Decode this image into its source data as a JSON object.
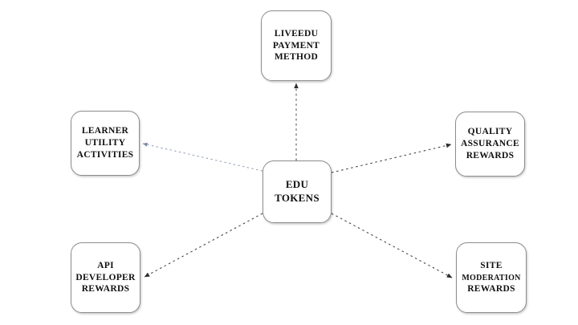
{
  "diagram": {
    "type": "hub-and-spoke",
    "background_color": "#ffffff",
    "center": {
      "id": "edu-tokens",
      "label": "EDU\nTOKENS",
      "lines": [
        "EDU",
        "TOKENS"
      ]
    },
    "nodes": [
      {
        "id": "liveedu-payment-method",
        "label": "LIVEEDU\nPAYMENT\nMETHOD",
        "lines": [
          "LIVEEDU",
          "PAYMENT",
          "METHOD"
        ],
        "position": "top"
      },
      {
        "id": "learner-utility-activities",
        "label": "LEARNER\nUTILITY\nACTIVITIES",
        "lines": [
          "LEARNER",
          "UTILITY",
          "ACTIVITIES"
        ],
        "position": "top-left"
      },
      {
        "id": "quality-assurance-rewards",
        "label": "QUALITY\nASSURANCE\nREWARDS",
        "lines": [
          "QUALITY",
          "ASSURANCE",
          "REWARDS"
        ],
        "position": "top-right"
      },
      {
        "id": "api-developer-rewards",
        "label": "API\nDEVELOPER\nREWARDS",
        "lines": [
          "API",
          "DEVELOPER",
          "REWARDS"
        ],
        "position": "bottom-left"
      },
      {
        "id": "site-moderation-rewards",
        "label": "SITE\nMODERATION\nREWARDS",
        "lines": [
          "SITE",
          "MODERATION",
          "REWARDS"
        ],
        "position": "bottom-right"
      }
    ],
    "edges": [
      {
        "id": "edge-to-liveedu",
        "from": "edu-tokens",
        "to": "liveedu-payment-method",
        "style": "dashed",
        "arrow": "to",
        "color": "#555555"
      },
      {
        "id": "edge-to-learner",
        "from": "edu-tokens",
        "to": "learner-utility-activities",
        "style": "dashed",
        "arrow": "to",
        "color": "#8e9bb3"
      },
      {
        "id": "edge-to-quality",
        "from": "edu-tokens",
        "to": "quality-assurance-rewards",
        "style": "dashed",
        "arrow": "to",
        "color": "#4a4a4a"
      },
      {
        "id": "edge-to-api",
        "from": "edu-tokens",
        "to": "api-developer-rewards",
        "style": "dashed",
        "arrow": "to",
        "color": "#4a4a4a"
      },
      {
        "id": "edge-to-site",
        "from": "edu-tokens",
        "to": "site-moderation-rewards",
        "style": "dashed",
        "arrow": "to",
        "color": "#4a4a4a"
      }
    ],
    "node_border_color": "#8d8d8d",
    "node_fill_color": "#ffffff",
    "text_color": "#111111"
  }
}
